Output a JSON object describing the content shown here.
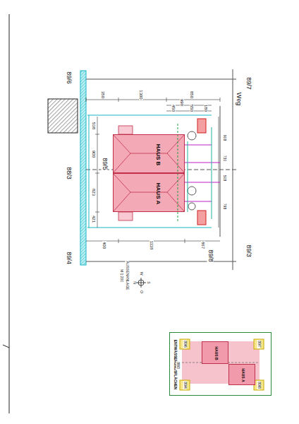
{
  "diagram": {
    "nodes": [
      {
        "text": [
          "HAUS B"
        ]
      },
      {
        "text": [
          "HAUS A"
        ]
      },
      {
        "text": [
          "ENTWÄSSERUNGSFLÄCHEN"
        ]
      },
      {
        "text": [
          "HAUS B"
        ],
        "in": 2
      },
      {
        "text": [
          "HAUS A"
        ],
        "in": 2
      }
    ],
    "labels": [
      "89/6",
      "350",
      "1300",
      "850",
      "Weg",
      "89/7",
      "990",
      "450",
      "550",
      "180",
      "538",
      "900",
      "823",
      "421",
      "88/3",
      "89/5",
      "89/4",
      "400",
      "1118",
      "867",
      "89/8",
      "89/3",
      "908",
      "730",
      "508",
      "798",
      "AUSSENANLAGE",
      "M 1:200",
      "W",
      "N",
      "S",
      "O",
      "89/7",
      "89/6",
      "89/8",
      "89/4",
      "88/3"
    ]
  }
}
